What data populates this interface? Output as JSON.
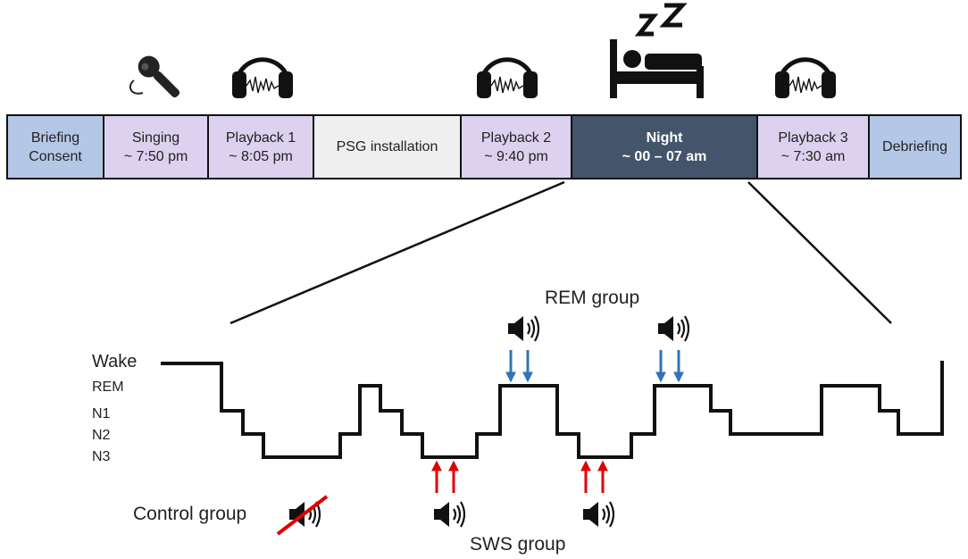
{
  "timeline": {
    "segments": [
      {
        "line1": "Briefing",
        "line2": "Consent",
        "color": "#b4c7e7"
      },
      {
        "line1": "Singing",
        "line2": "~ 7:50 pm",
        "color": "#dcd1ef"
      },
      {
        "line1": "Playback 1",
        "line2": "~ 8:05 pm",
        "color": "#dcd1ef"
      },
      {
        "line1": "PSG installation",
        "line2": "",
        "color": "#efefef"
      },
      {
        "line1": "Playback 2",
        "line2": "~ 9:40 pm",
        "color": "#dcd1ef"
      },
      {
        "line1": "Night",
        "line2": "~ 00 – 07 am",
        "color": "#44546a"
      },
      {
        "line1": "Playback 3",
        "line2": "~ 7:30 am",
        "color": "#dcd1ef"
      },
      {
        "line1": "Debriefing",
        "line2": "",
        "color": "#b4c7e7"
      }
    ]
  },
  "icons": {
    "singing": "microphone-icon",
    "playback": "headphones-icon",
    "night": "sleeping-bed-icon",
    "sound": "speaker-icon",
    "muted": "muted-speaker-icon"
  },
  "hypnogram": {
    "stages": [
      "Wake",
      "REM",
      "N1",
      "N2",
      "N3"
    ]
  },
  "groups": {
    "rem": "REM group",
    "sws": "SWS group",
    "control": "Control group"
  },
  "colors": {
    "rem_arrow": "#2e75b6",
    "sws_arrow": "#e00000",
    "mute_cross": "#e00000"
  }
}
